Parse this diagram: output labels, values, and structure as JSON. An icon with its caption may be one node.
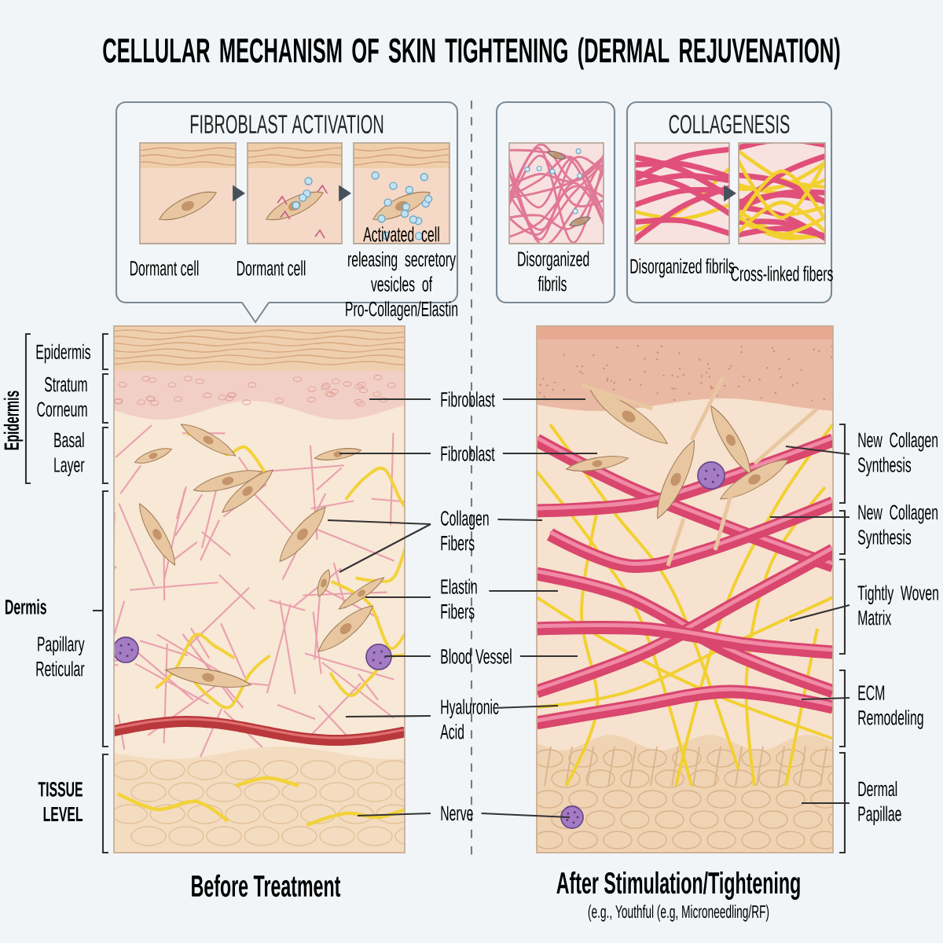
{
  "diagram": {
    "title": "CELLULAR MECHANISM OF SKIN TIGHTENING (DERMAL REJUVENATION)",
    "nodes": [
      {
        "text": [
          "FIBROBLAST ACTIVATION"
        ]
      },
      {
        "text": [],
        "shape": "picture",
        "in": 0,
        "beside": [
          "Dormant cell"
        ]
      },
      {
        "text": [],
        "shape": "picture",
        "in": 0,
        "beside": [
          "Dormant cell"
        ]
      },
      {
        "text": [],
        "shape": "picture",
        "in": 0,
        "beside": [
          "Activated cell releasing secretory vesicles of Pro-Collagen/Elastin"
        ]
      },
      {
        "text": [],
        "shape": "box"
      },
      {
        "text": [],
        "shape": "picture",
        "in": 4,
        "beside": [
          "Disorganized fibrils"
        ]
      },
      {
        "text": [
          "COLLAGENESIS"
        ]
      },
      {
        "text": [],
        "shape": "picture",
        "in": 6,
        "beside": [
          "Disorganized fibrils"
        ]
      },
      {
        "text": [],
        "shape": "picture",
        "in": 6,
        "beside": [
          "Cross-linked fibers"
        ]
      },
      {
        "text": [],
        "shape": "picture",
        "beside": [
          "Before Treatment"
        ]
      },
      {
        "text": [],
        "shape": "picture",
        "beside": [
          "After Stimulation/Tightening",
          "(e.g., Youthful (e.g, Microneedling/RF)"
        ]
      },
      {
        "text": [
          "Fibroblast"
        ]
      },
      {
        "text": [
          "Fibroblast"
        ]
      },
      {
        "text": [
          "Collagen Fibers"
        ]
      },
      {
        "text": [
          "Elastin Fibers"
        ]
      },
      {
        "text": [
          "Blood Vessel"
        ]
      },
      {
        "text": [
          "Hyaluronic Acid"
        ]
      },
      {
        "text": [
          "Nerve"
        ]
      },
      {
        "text": [
          "New Collagen Synthesis"
        ]
      },
      {
        "text": [
          "New Collagen Synthesis"
        ]
      },
      {
        "text": [
          "Tightly Woven Matrix"
        ]
      },
      {
        "text": [
          "ECM Remodeling"
        ]
      },
      {
        "text": [
          "Dermal Papillae"
        ]
      }
    ],
    "edges": [
      {
        "from": 1,
        "to": 2,
        "arrow": "to",
        "style": "thick"
      },
      {
        "from": 2,
        "to": 3,
        "arrow": "to",
        "style": "thick"
      },
      {
        "from": 7,
        "to": 8,
        "arrow": "to",
        "style": "thick"
      },
      {
        "from": 11,
        "to": 9,
        "arrow": "none"
      },
      {
        "from": 11,
        "to": 10,
        "arrow": "none"
      },
      {
        "from": 12,
        "to": 9,
        "arrow": "none"
      },
      {
        "from": 12,
        "to": 10,
        "arrow": "none"
      },
      {
        "from": 13,
        "to": 9,
        "arrow": "none"
      },
      {
        "from": 13,
        "to": 9,
        "arrow": "none"
      },
      {
        "from": 13,
        "to": 10,
        "arrow": "none"
      },
      {
        "from": 14,
        "to": 9,
        "arrow": "none"
      },
      {
        "from": 14,
        "to": 10,
        "arrow": "none"
      },
      {
        "from": 15,
        "to": 9,
        "arrow": "none"
      },
      {
        "from": 15,
        "to": 10,
        "arrow": "none"
      },
      {
        "from": 16,
        "to": 9,
        "arrow": "none"
      },
      {
        "from": 16,
        "to": 10,
        "arrow": "none"
      },
      {
        "from": 17,
        "to": 9,
        "arrow": "none"
      },
      {
        "from": 17,
        "to": 10,
        "arrow": "none"
      },
      {
        "from": 18,
        "to": 10,
        "arrow": "none"
      },
      {
        "from": 19,
        "to": 10,
        "arrow": "none"
      },
      {
        "from": 20,
        "to": 10,
        "arrow": "none"
      },
      {
        "from": 21,
        "to": 10,
        "arrow": "none"
      },
      {
        "from": 22,
        "to": 10,
        "arrow": "none"
      }
    ],
    "labels": [
      "Epidermis",
      "Stratum Corneum",
      "Epidermis",
      "Basal Layer",
      "Dermis",
      "Papillary Reticular",
      "TISSUE LEVEL"
    ]
  }
}
